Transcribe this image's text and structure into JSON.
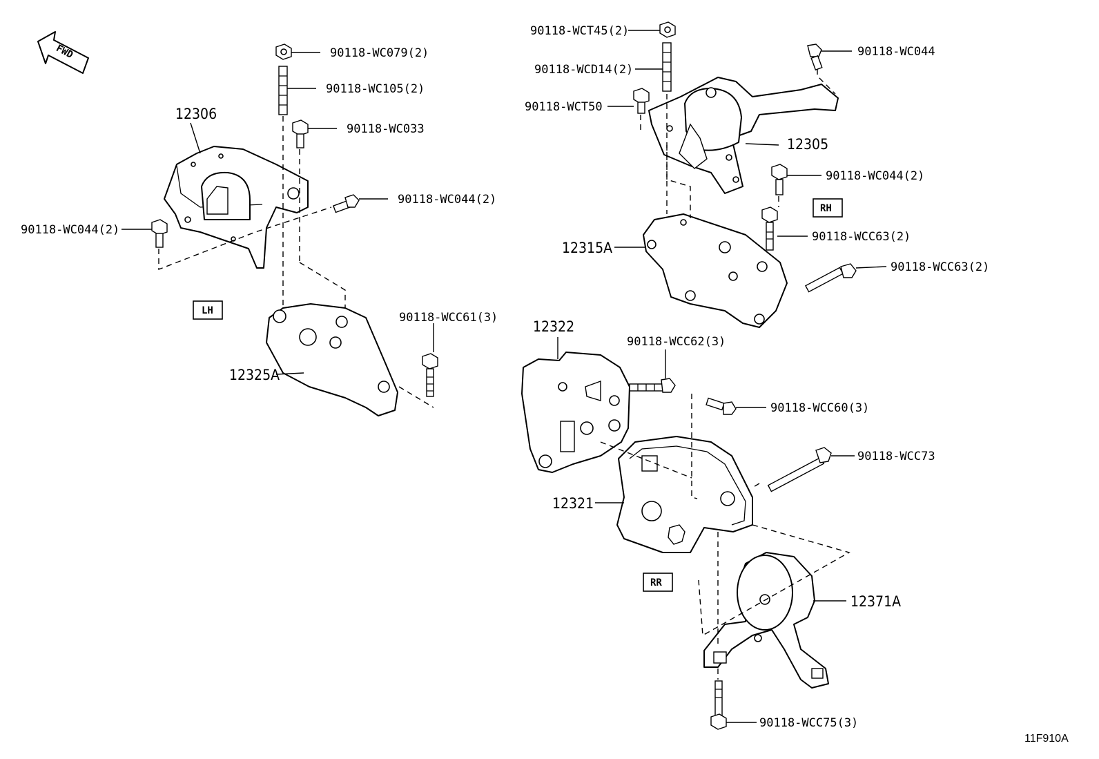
{
  "fwd_label": "FWD",
  "sections": {
    "lh": "LH",
    "rh": "RH",
    "rr": "RR"
  },
  "parts": {
    "p12306": "12306",
    "p12325A": "12325A",
    "p12305": "12305",
    "p12315A": "12315A",
    "p12322": "12322",
    "p12321": "12321",
    "p12371A": "12371A"
  },
  "fasteners": {
    "wc079": "90118-WC079(2)",
    "wc105": "90118-WC105(2)",
    "wc033": "90118-WC033",
    "wc044_2_mid": "90118-WC044(2)",
    "wc044_2_left": "90118-WC044(2)",
    "wcc61": "90118-WCC61(3)",
    "wct45": "90118-WCT45(2)",
    "wcd14": "90118-WCD14(2)",
    "wct50": "90118-WCT50",
    "wc044_top": "90118-WC044",
    "wc044_2_right": "90118-WC044(2)",
    "wcc63_a": "90118-WCC63(2)",
    "wcc63_b": "90118-WCC63(2)",
    "wcc62": "90118-WCC62(3)",
    "wcc60": "90118-WCC60(3)",
    "wcc73": "90118-WCC73",
    "wcc75": "90118-WCC75(3)"
  },
  "figure_code": "11F910A"
}
